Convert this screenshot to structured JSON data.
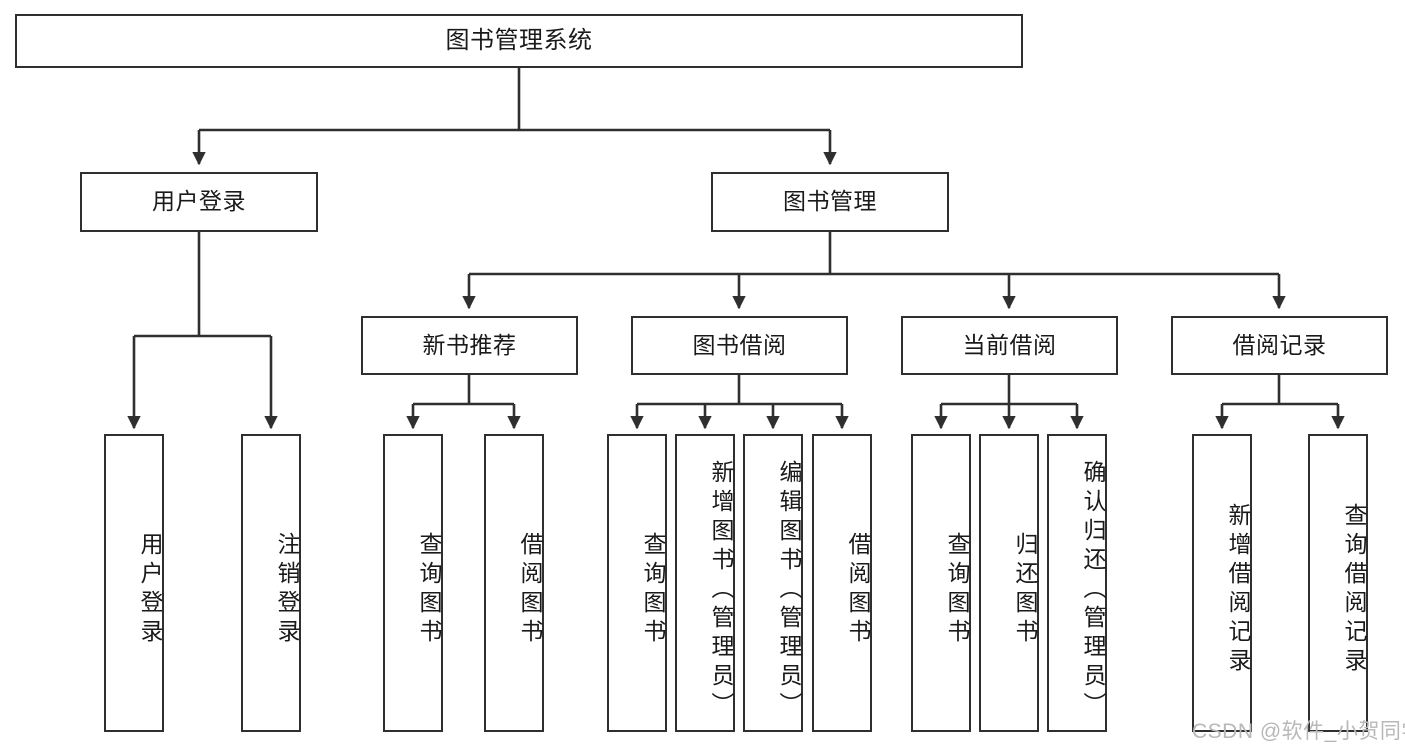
{
  "diagram": {
    "title": "图书管理系统",
    "type": "tree-hierarchy",
    "root": {
      "id": "root",
      "label": "图书管理系统",
      "orientation": "horizontal"
    },
    "level2": [
      {
        "id": "user-login",
        "label": "用户登录",
        "orientation": "horizontal"
      },
      {
        "id": "book-manage",
        "label": "图书管理",
        "orientation": "horizontal"
      }
    ],
    "level3": [
      {
        "id": "new-book-recommend",
        "label": "新书推荐",
        "orientation": "horizontal",
        "parent": "book-manage"
      },
      {
        "id": "book-borrow",
        "label": "图书借阅",
        "orientation": "horizontal",
        "parent": "book-manage"
      },
      {
        "id": "current-borrow",
        "label": "当前借阅",
        "orientation": "horizontal",
        "parent": "book-manage"
      },
      {
        "id": "borrow-record",
        "label": "借阅记录",
        "orientation": "horizontal",
        "parent": "book-manage"
      }
    ],
    "leaves": [
      {
        "id": "leaf-user-login",
        "label": "用户登录",
        "orientation": "vertical",
        "parent": "user-login"
      },
      {
        "id": "leaf-user-logout",
        "label": "注销登录",
        "orientation": "vertical",
        "parent": "user-login"
      },
      {
        "id": "leaf-query-book-1",
        "label": "查询图书",
        "orientation": "vertical",
        "parent": "new-book-recommend"
      },
      {
        "id": "leaf-borrow-book-1",
        "label": "借阅图书",
        "orientation": "vertical",
        "parent": "new-book-recommend"
      },
      {
        "id": "leaf-query-book-2",
        "label": "查询图书",
        "orientation": "vertical",
        "parent": "book-borrow"
      },
      {
        "id": "leaf-add-book",
        "label": "新增图书（管理员）",
        "orientation": "vertical",
        "parent": "book-borrow"
      },
      {
        "id": "leaf-edit-book",
        "label": "编辑图书（管理员）",
        "orientation": "vertical",
        "parent": "book-borrow"
      },
      {
        "id": "leaf-borrow-book-2",
        "label": "借阅图书",
        "orientation": "vertical",
        "parent": "book-borrow"
      },
      {
        "id": "leaf-query-book-3",
        "label": "查询图书",
        "orientation": "vertical",
        "parent": "current-borrow"
      },
      {
        "id": "leaf-return-book",
        "label": "归还图书",
        "orientation": "vertical",
        "parent": "current-borrow"
      },
      {
        "id": "leaf-confirm-return",
        "label": "确认归还（管理员）",
        "orientation": "vertical",
        "parent": "current-borrow"
      },
      {
        "id": "leaf-add-record",
        "label": "新增借阅记录",
        "orientation": "vertical",
        "parent": "borrow-record"
      },
      {
        "id": "leaf-query-record",
        "label": "查询借阅记录",
        "orientation": "vertical",
        "parent": "borrow-record"
      }
    ],
    "watermark": "CSDN @软件_小贺同学",
    "colors": {
      "stroke": "#2f2f2f",
      "fill": "#ffffff",
      "text": "#1a1a1a",
      "watermark": "#b8b8b8"
    }
  }
}
